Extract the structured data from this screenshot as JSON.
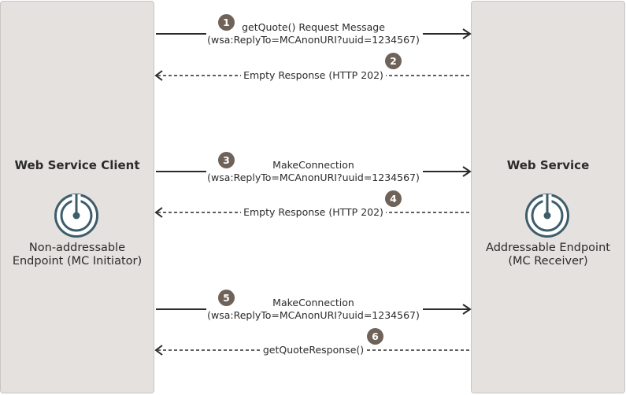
{
  "client": {
    "title": "Web Service Client",
    "subtitle_line1": "Non-addressable",
    "subtitle_line2": "Endpoint (MC Initiator)",
    "icon": "endpoint-icon"
  },
  "service": {
    "title": "Web Service",
    "subtitle_line1": "Addressable Endpoint",
    "subtitle_line2": "(MC Receiver)",
    "icon": "endpoint-icon"
  },
  "messages": [
    {
      "step": "1",
      "line1": "getQuote() Request Message",
      "line2": "(wsa:ReplyTo=MCAnonURI?uuid=1234567)",
      "direction": "request"
    },
    {
      "step": "2",
      "line1": "Empty Response (HTTP 202)",
      "direction": "response"
    },
    {
      "step": "3",
      "line1": "MakeConnection",
      "line2": "(wsa:ReplyTo=MCAnonURI?uuid=1234567)",
      "direction": "request"
    },
    {
      "step": "4",
      "line1": "Empty Response (HTTP 202)",
      "direction": "response"
    },
    {
      "step": "5",
      "line1": "MakeConnection",
      "line2": "(wsa:ReplyTo=MCAnonURI?uuid=1234567)",
      "direction": "request"
    },
    {
      "step": "6",
      "line1": "getQuoteResponse()",
      "direction": "response"
    }
  ],
  "colors": {
    "panel": "#e4e1de",
    "badge": "#6f6259",
    "icon": "#3d5d6b",
    "arrow": "#2b2b2b"
  }
}
